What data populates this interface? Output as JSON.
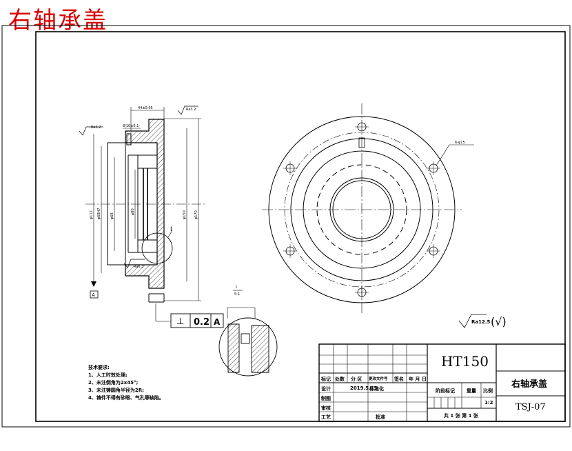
{
  "page_title": "右轴承盖",
  "technical_requirements": {
    "heading": "技术要求:",
    "items": [
      "1、人工时效处理;",
      "2、未注倒角为2x45°;",
      "3、未注铸圆角半径为2R;",
      "4、铸件不得有砂眼、气孔等缺陷。"
    ]
  },
  "title_block": {
    "material": "HT150",
    "part_name": "右轴承盖",
    "drawing_number": "TSJ-07",
    "headers": [
      "标记",
      "处数",
      "分 区",
      "更改文件号",
      "签名",
      "年 月 日"
    ],
    "designer_label": "设计",
    "design_date": "2019.5.15",
    "standardization": "标准化",
    "drafting": "制图",
    "review": "审核",
    "process": "工艺",
    "approve": "批准",
    "stage_mark": "阶段标记",
    "weight": "重量",
    "scale_label": "比例",
    "scale_value": "1:2",
    "sheets": "共 1 张  第 1 张"
  },
  "annotations": {
    "roughness_general": "Ra12.5",
    "roughness_symbol": "(√)",
    "tolerance_symbol": "⊥",
    "tolerance_value": "0.2",
    "tolerance_datum": "A",
    "datum_label": "A",
    "detail_label": "I",
    "detail_scale_label": "I",
    "detail_scale": "5:1",
    "hole_note": "6-φ15",
    "rough_1": "Ra3.2",
    "rough_2": "Ra3.2",
    "rough_3": "Ra6.3",
    "dim_top": "44±0.05",
    "dim_small": "8/10±0.1",
    "dim_1": "φ112",
    "dim_2": "φ68H7",
    "dim_3": "φ68",
    "dim_4": "φ80",
    "dim_5": "φ150",
    "dim_6": "φ170"
  }
}
